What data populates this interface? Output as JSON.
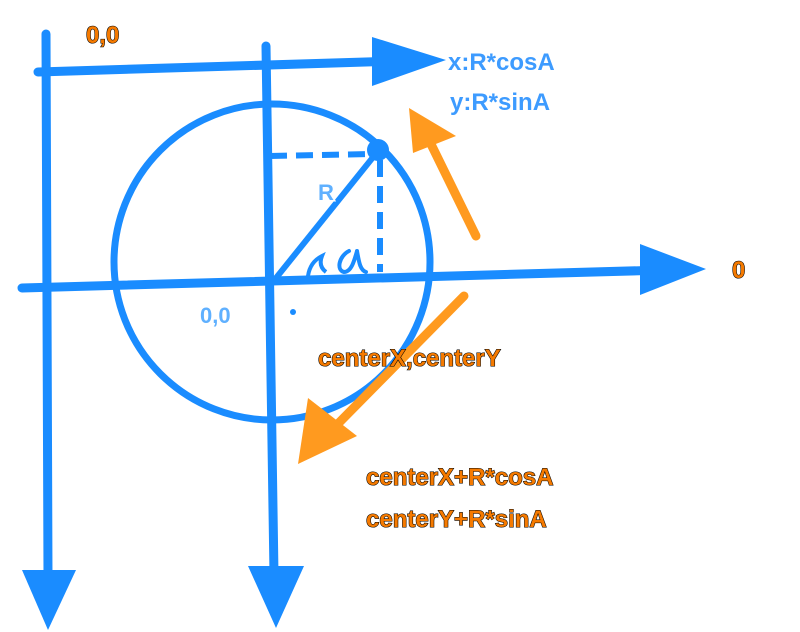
{
  "labels": {
    "global_origin": "0,0",
    "local_origin": "0,0",
    "axis_end": "0",
    "formula_x": "x:R*cosA",
    "formula_y": "y:R*sinA",
    "radius": "R",
    "center": "centerX,centerY",
    "result_x": "centerX+R*cosA",
    "result_y": "centerY+R*sinA"
  },
  "colors": {
    "axis_blue": "#1a8cff",
    "arrow_orange": "#ff9a1f",
    "text_orange": "#f57a00"
  }
}
